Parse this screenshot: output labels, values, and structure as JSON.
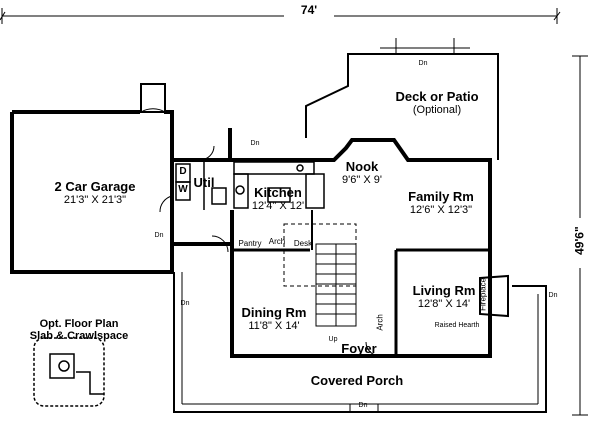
{
  "dimensions": {
    "width": "74'",
    "depth": "49'6\""
  },
  "rooms": {
    "garage": {
      "name": "2 Car Garage",
      "size": "21'3\" X 21'3\""
    },
    "deck": {
      "name": "Deck or Patio",
      "note": "(Optional)"
    },
    "nook": {
      "name": "Nook",
      "size": "9'6\" X 9'"
    },
    "family": {
      "name": "Family Rm",
      "size": "12'6\" X 12'3\""
    },
    "kitchen": {
      "name": "Kitchen",
      "size": "12'4\" X 12'"
    },
    "util": {
      "name": "Util"
    },
    "dining": {
      "name": "Dining Rm",
      "size": "11'8\" X 14'"
    },
    "living": {
      "name": "Living Rm",
      "size": "12'8\" X 14'"
    },
    "foyer": {
      "name": "Foyer"
    },
    "porch": {
      "name": "Covered Porch"
    }
  },
  "labels": {
    "pantry": "Pantry",
    "arch": "Arch",
    "desk": "Desk",
    "dn": "Dn",
    "up": "Up",
    "fireplace": "Fireplace",
    "raised_hearth": "Raised Hearth",
    "washer": "W",
    "dryer": "D"
  },
  "inset": {
    "title_line1": "Opt. Floor Plan",
    "title_line2": "Slab & Crawlspace"
  }
}
